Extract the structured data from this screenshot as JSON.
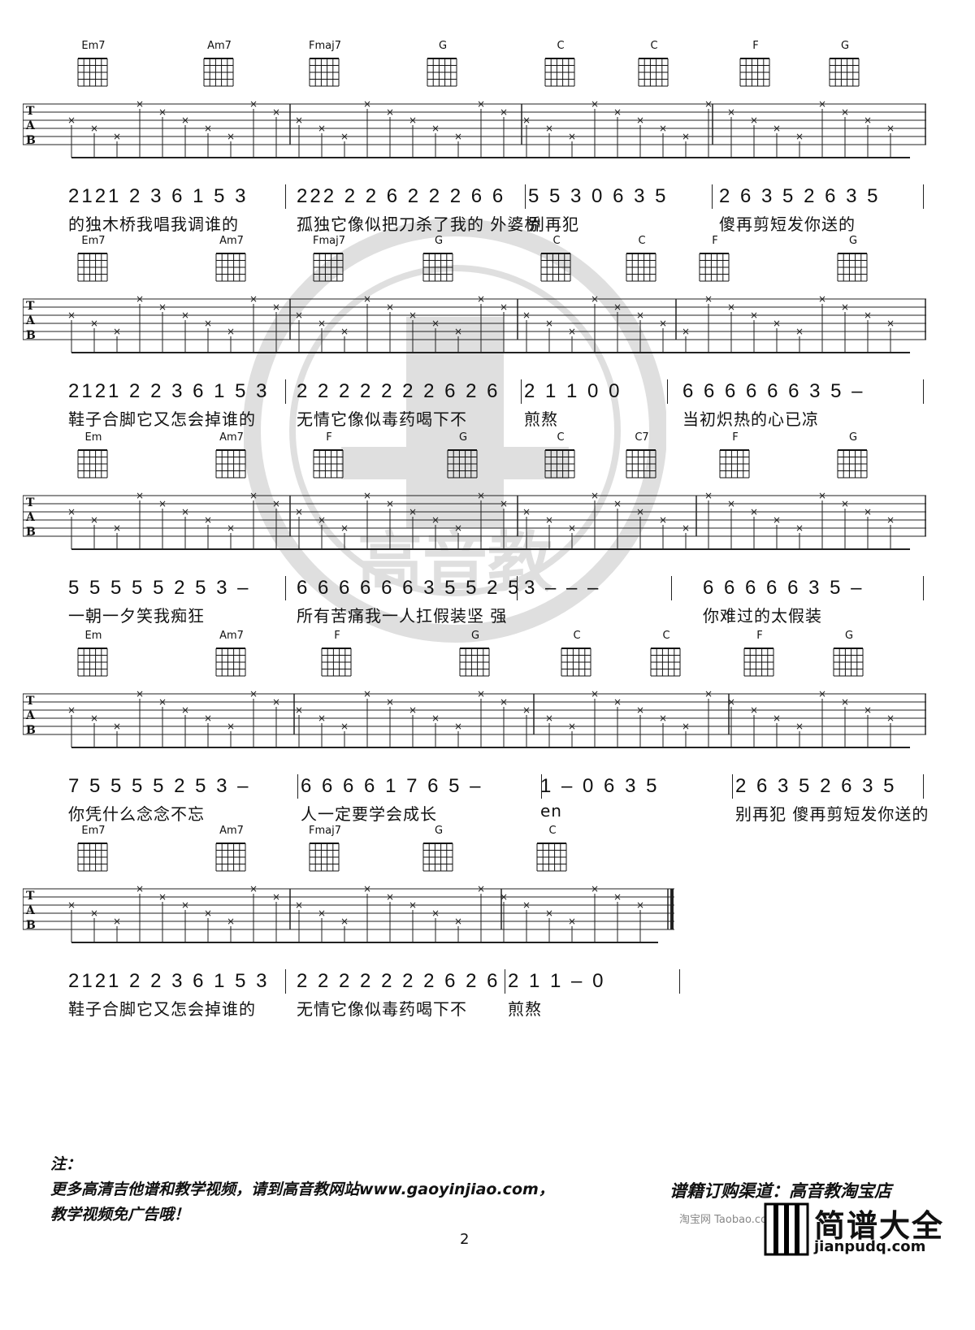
{
  "systems": [
    {
      "chords": [
        {
          "name": "Em7"
        },
        {
          "name": "Am7"
        },
        {
          "name": "Fmaj7"
        },
        {
          "name": "G"
        },
        {
          "name": "C"
        },
        {
          "name": "C"
        },
        {
          "name": "F"
        },
        {
          "name": "G"
        }
      ],
      "measures": [
        "2121 2 3 6 1 5 3",
        "222 2 2 6 2 2 2 6 6",
        "5 5 3   0 6 3 5",
        "2 6 3 5 2 6 3 5"
      ],
      "lyrics": [
        "的独木桥我唱我调谁的",
        "孤独它像似把刀杀了我的 外婆桥",
        "别再犯",
        "傻再剪短发你送的"
      ]
    },
    {
      "chords": [
        {
          "name": "Em7"
        },
        {
          "name": "Am7"
        },
        {
          "name": "Fmaj7"
        },
        {
          "name": "G"
        },
        {
          "name": "C"
        },
        {
          "name": "C"
        },
        {
          "name": "F"
        },
        {
          "name": "G"
        }
      ],
      "measures": [
        "2121 2 2 3 6 1 5 3",
        "2 2 2 2 2 2 2 6 2 6",
        "2 1 1   0   0",
        "6 6 6 6 6 6 3 5   –"
      ],
      "lyrics": [
        "鞋子合脚它又怎会掉谁的",
        "无情它像似毒药喝下不",
        "煎熬",
        "当初炽热的心已凉"
      ]
    },
    {
      "chords": [
        {
          "name": "Em"
        },
        {
          "name": "Am7"
        },
        {
          "name": "F"
        },
        {
          "name": "G"
        },
        {
          "name": "C"
        },
        {
          "name": "C7"
        },
        {
          "name": "F"
        },
        {
          "name": "G"
        }
      ],
      "measures": [
        "5 5 5 5 5 2 5 3   –",
        "6 6 6 6 6 6 3 5 5 2 5",
        "3   –   –   –",
        "6 6 6 6 6 3 5   –"
      ],
      "lyrics": [
        "一朝一夕笑我痴狂",
        "所有苦痛我一人扛假装坚 强",
        "",
        "你难过的太假装"
      ]
    },
    {
      "chords": [
        {
          "name": "Em"
        },
        {
          "name": "Am7"
        },
        {
          "name": "F"
        },
        {
          "name": "G"
        },
        {
          "name": "C"
        },
        {
          "name": "C"
        },
        {
          "name": "F"
        },
        {
          "name": "G"
        }
      ],
      "measures": [
        "7 5 5 5 5 2 5 3   –",
        "6 6 6 6 1 7 6 5   –",
        "1   –   0 6 3 5",
        "2 6 3 5 2 6 3 5"
      ],
      "lyrics": [
        "你凭什么念念不忘",
        "人一定要学会成长",
        "en",
        "别再犯 傻再剪短发你送的"
      ]
    },
    {
      "chords": [
        {
          "name": "Em7"
        },
        {
          "name": "Am7"
        },
        {
          "name": "Fmaj7"
        },
        {
          "name": "G"
        },
        {
          "name": "C"
        }
      ],
      "measures": [
        "2121 2 2 3 6 1 5 3",
        "2 2 2 2 2 2 2 6 2 6",
        "2 1 1   –   0"
      ],
      "lyrics": [
        "鞋子合脚它又怎会掉谁的",
        "无情它像似毒药喝下不",
        "煎熬"
      ]
    }
  ],
  "tab_label": [
    "T",
    "A",
    "B"
  ],
  "footer": {
    "note_title": "注：",
    "note_line1": "更多高清吉他谱和教学视频，请到高音教网站www.gaoyinjiao.com，",
    "note_line2": "教学视频免广告哦！",
    "shop": "谱籍订购渠道：高音教淘宝店",
    "taobao": "淘宝网 Taobao.com",
    "page_number": "2",
    "brand_title": "简谱大全",
    "brand_url": "jianpudq.com"
  },
  "watermark_text": "高音教"
}
